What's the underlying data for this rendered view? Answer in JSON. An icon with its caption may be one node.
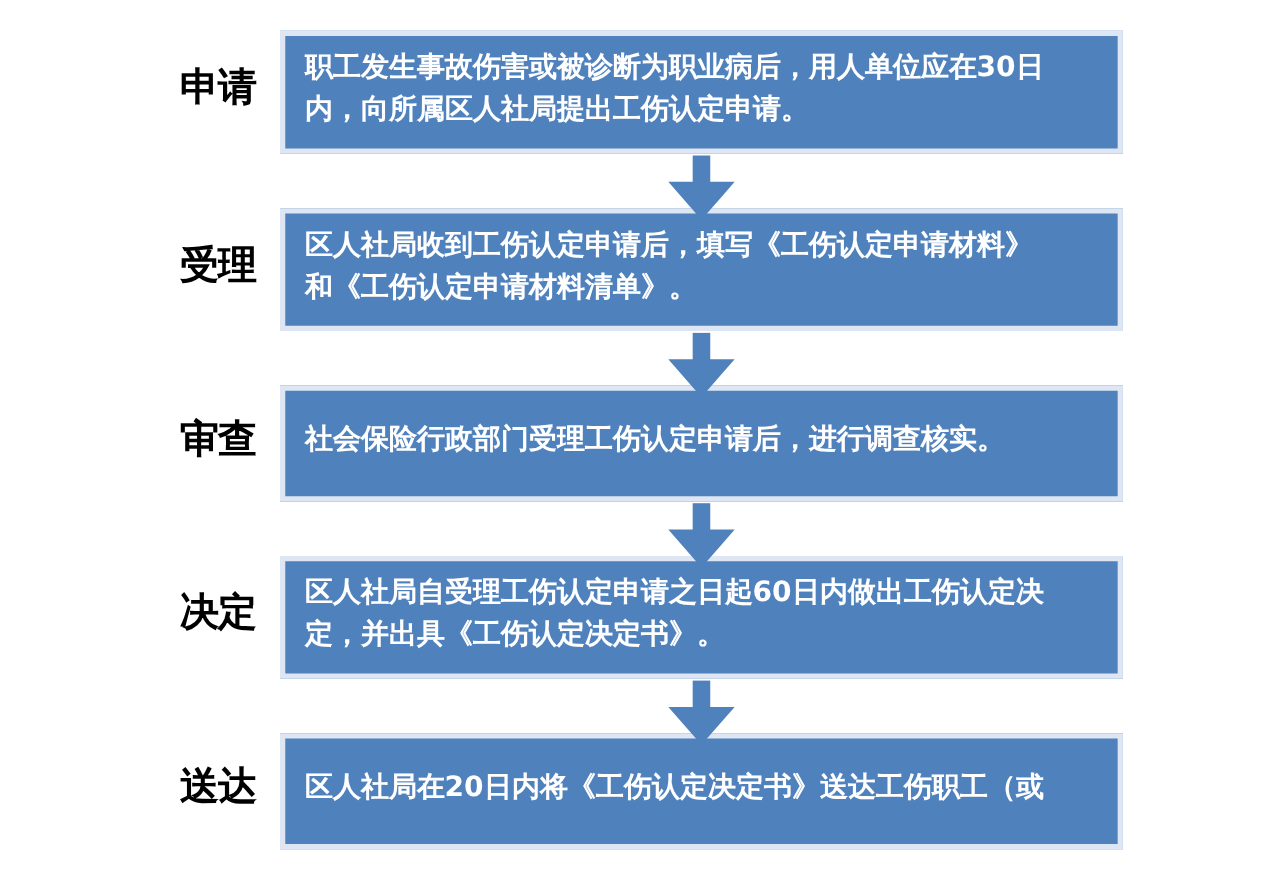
{
  "diagram": {
    "nodes": [
      {
        "text": [
          "申请",
          "职工发生事故伤害或被诊断为职业病后，用人单位应在30日内，向所属区人社局提出工伤认定申请。"
        ]
      },
      {
        "text": [
          "受理",
          "区人社局收到工伤认定申请后，填写《工伤认定申请材料》和《工伤认定申请材料清单》。"
        ]
      },
      {
        "text": [
          "审查",
          "社会保险行政部门受理工伤认定申请后，进行调查核实。"
        ]
      },
      {
        "text": [
          "决定",
          "区人社局自受理工伤认定申请之日起60日内做出工伤认定决定，并出具《工伤认定决定书》。"
        ]
      },
      {
        "text": [
          "送达",
          "区人社局在20日内将《工伤认定决定书》送达工伤职工（或"
        ]
      }
    ],
    "edges": [
      {
        "from": 0,
        "to": 1,
        "arrow": "to"
      },
      {
        "from": 1,
        "to": 2,
        "arrow": "to"
      },
      {
        "from": 2,
        "to": 3,
        "arrow": "to"
      },
      {
        "from": 3,
        "to": 4,
        "arrow": "to"
      }
    ]
  }
}
